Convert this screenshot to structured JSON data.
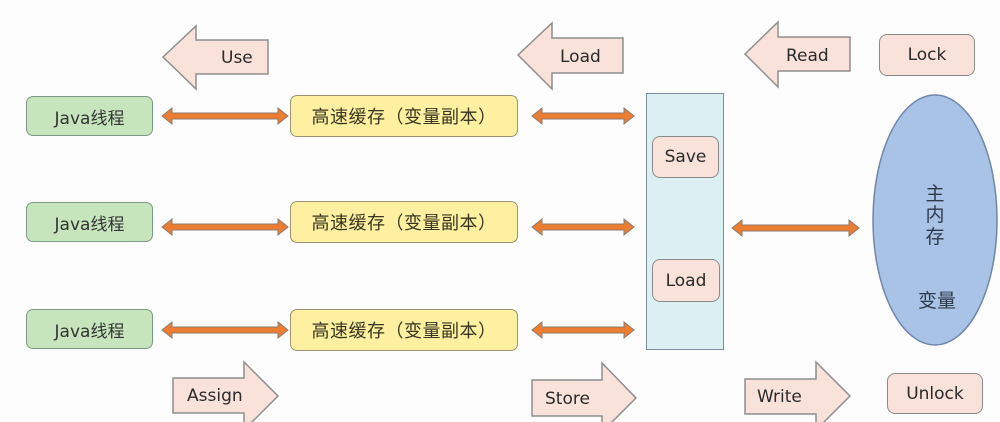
{
  "colors": {
    "thread_fill": "#c6e5bc",
    "cache_fill": "#fdf0a0",
    "panel_fill": "#dcf0f4",
    "op_fill": "#f8e2da",
    "memory_fill": "#a9c3e6",
    "link_arrow": "#ed7d31"
  },
  "operations": {
    "use": "Use",
    "load_top": "Load",
    "read": "Read",
    "lock": "Lock",
    "assign": "Assign",
    "store": "Store",
    "write": "Write",
    "unlock": "Unlock"
  },
  "threads": [
    {
      "label": "Java线程",
      "cache_label": "高速缓存（变量副本）"
    },
    {
      "label": "Java线程",
      "cache_label": "高速缓存（变量副本）"
    },
    {
      "label": "Java线程",
      "cache_label": "高速缓存（变量副本）"
    }
  ],
  "panel": {
    "save": "Save",
    "load": "Load"
  },
  "main_memory": {
    "title_lines": [
      "主",
      "内",
      "存"
    ],
    "variable": "变量"
  }
}
